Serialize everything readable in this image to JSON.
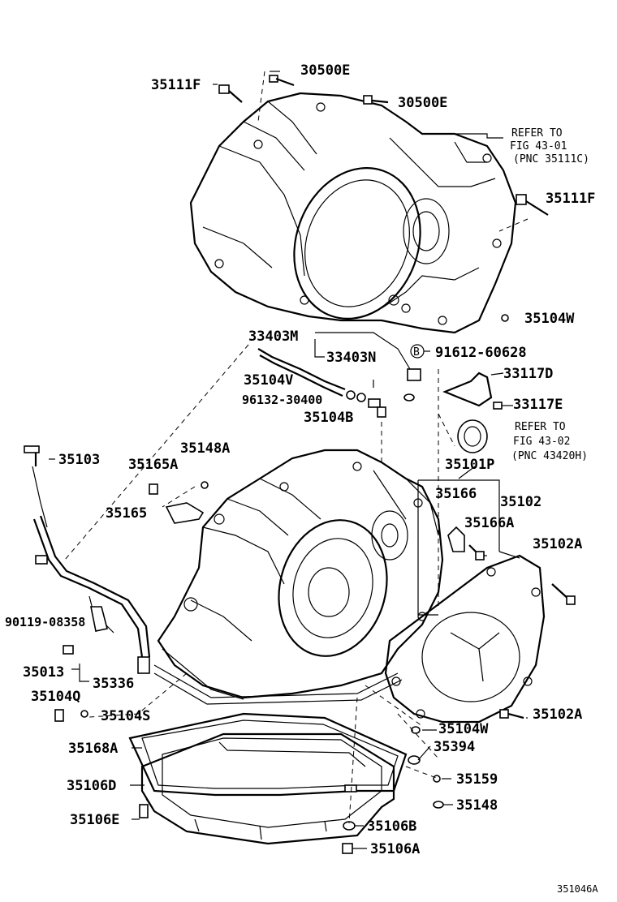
{
  "labels": {
    "p30500E_a": "30500E",
    "p35111F_a": "35111F",
    "p30500E_b": "30500E",
    "p35111F_b": "35111F",
    "p35104W_a": "35104W",
    "p33403M": "33403M",
    "p33403N": "33403N",
    "p91612": "91612-60628",
    "p33117D": "33117D",
    "p35104V": "35104V",
    "p96132": "96132-30400",
    "p33117E": "33117E",
    "p35104B": "35104B",
    "p35103": "35103",
    "p35148A": "35148A",
    "p35165A": "35165A",
    "p35101P": "35101P",
    "p35165": "35165",
    "p35166": "35166",
    "p35102": "35102",
    "p35166A": "35166A",
    "p35102A_a": "35102A",
    "p90119": "90119-08358",
    "p35013": "35013",
    "p35336": "35336",
    "p35104Q": "35104Q",
    "p35104S": "35104S",
    "p35102A_b": "35102A",
    "p35104W_b": "35104W",
    "p35168A": "35168A",
    "p35394": "35394",
    "p35106D": "35106D",
    "p35159": "35159",
    "p35148": "35148",
    "p35106E": "35106E",
    "p35106B": "35106B",
    "p35106A": "35106A"
  },
  "circled_marker": "B",
  "notes": {
    "ref1_line1": "REFER TO",
    "ref1_line2": "FIG 43-01",
    "ref1_line3": "(PNC 35111C)",
    "ref2_line1": "REFER TO",
    "ref2_line2": "FIG 43-02",
    "ref2_line3": "(PNC 43420H)"
  },
  "figure_id": "351046A"
}
